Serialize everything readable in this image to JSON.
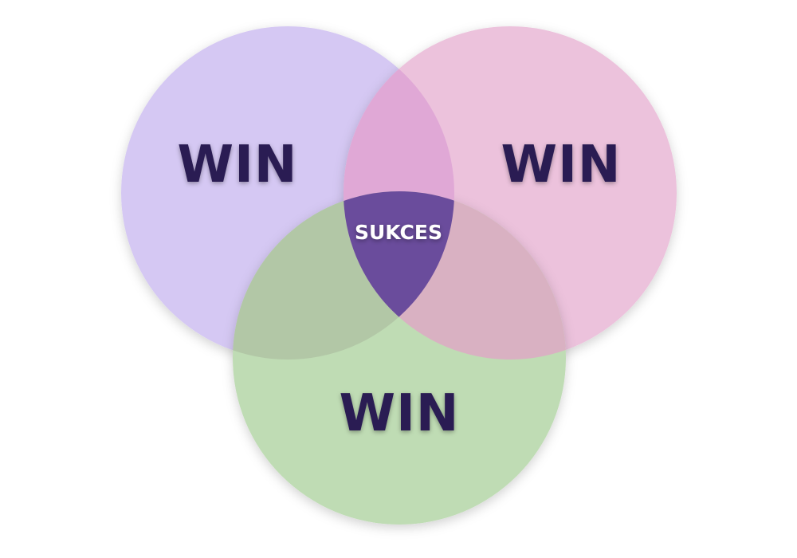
{
  "diagram": {
    "type": "venn",
    "sets": [
      {
        "label": "WIN",
        "color": "#d5c8f3"
      },
      {
        "label": "WIN",
        "color": "#ecc2dc"
      },
      {
        "label": "WIN",
        "color": "#bfdcb4"
      }
    ],
    "center": {
      "label": "SUKCES",
      "color": "#6a4c9c"
    },
    "label_color": "#2b1f52",
    "background": "#ffffff"
  }
}
